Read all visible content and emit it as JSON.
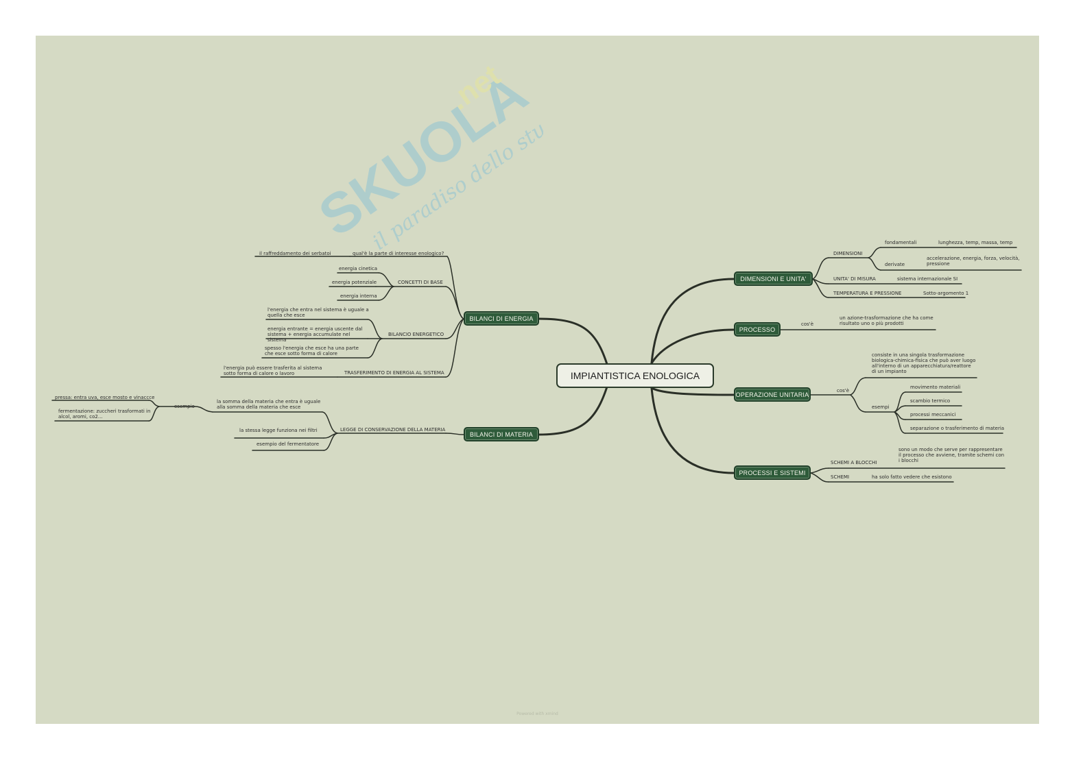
{
  "watermark": {
    "brand": "SKUOLA",
    "suffix": ".net",
    "tagline": "il paradiso dello studente"
  },
  "root": "IMPIANTISTICA ENOLOGICA",
  "colors": {
    "canvas": "#d5dac4",
    "branch_fill": "#2e5b3a",
    "line": "#2a2f27",
    "watermark_blue": "#8fc4d4",
    "watermark_yellow": "#e7e59b"
  },
  "left": {
    "energia": {
      "label": "BILANCI DI ENERGIA",
      "interesse_q": "qual'è la parte di interesse enologico?",
      "interesse_a": "il raffreddamento dei serbatoi",
      "concetti": "CONCETTI DI BASE",
      "concetti_items": [
        "energia cinetica",
        "energia potenziale",
        "energia interna"
      ],
      "bilancio": "BILANCIO ENERGETICO",
      "bilancio_items": [
        "l'energia che entra nel sistema è uguale a quella che esce",
        "energia entrante = energia uscente dal sistema + energia accumulate nel sistema",
        "spesso l'energia che esce ha una parte che esce sotto forma di calore"
      ],
      "trasf": "TRASFERIMENTO DI ENERGIA AL SISTEMA",
      "trasf_item": "l'energia può essere trasferita al sistema sotto forma di calore o lavoro"
    },
    "materia": {
      "label": "BILANCI DI MATERIA",
      "legge": "LEGGE DI CONSERVAZIONE DELLA MATERIA",
      "legge_desc": "la somma della materia che entra è uguale alla somma della materia che esce",
      "esempio": "esempio",
      "esempio_items": [
        "pressa: entra uva, esce mosto e vinaccce",
        "fermentazione: zuccheri trasformati in alcol, aromi, co2..."
      ],
      "filtri": "la stessa legge funziona nei filtri",
      "fermentatore": "esempio del fermentatore"
    }
  },
  "right": {
    "dimensioni": {
      "label": "DIMENSIONI E UNITA'",
      "dim": "DIMENSIONI",
      "fond": "fondamentali",
      "fond_desc": "lunghezza, temp, massa, temp",
      "deriv": "derivate",
      "deriv_desc": "accelerazione, energia, forza, velocità, pressione",
      "unita": "UNITA' DI MISURA",
      "unita_desc": "sistema internazionale SI",
      "temp": "TEMPERATURA E PRESSIONE",
      "temp_desc": "Sotto-argomento 1"
    },
    "processo": {
      "label": "PROCESSO",
      "cose": "cos'è",
      "desc": "un azione-trasformazione che ha come risultato uno o più prodotti"
    },
    "operazione": {
      "label": "OPERAZIONE UNITARIA",
      "cose": "cos'è",
      "desc": "consiste in una singola trasformazione biologica-chimica-fisica che può aver luogo all'interno di un apparecchiatura/reattore di un impianto",
      "esempi": "esempi",
      "esempi_items": [
        "movimento materiali",
        "scambio termico",
        "processi meccanici",
        "separazione o trasferimento di materia"
      ]
    },
    "sistemi": {
      "label": "PROCESSI E SISTEMI",
      "blocchi": "SCHEMI A BLOCCHI",
      "blocchi_desc": "sono un modo che serve per rappresentare il processo che avviene, tramite schemi con i blocchi",
      "schemi": "SCHEMI",
      "schemi_desc": "ha solo fatto vedere che esistono"
    }
  },
  "footer": "Powered with xmind"
}
